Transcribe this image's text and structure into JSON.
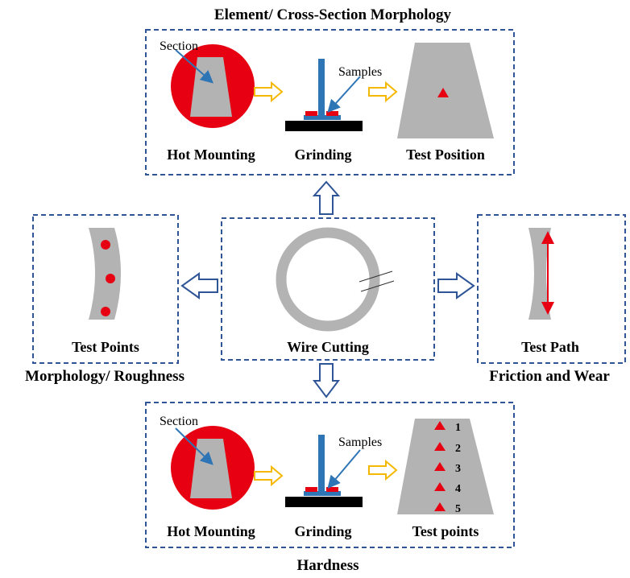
{
  "sections": {
    "top": {
      "title": "Element/ Cross-Section Morphology",
      "section_label": "Section",
      "samples_label": "Samples",
      "step1": "Hot Mounting",
      "step2": "Grinding",
      "step3": "Test Position"
    },
    "left": {
      "caption": "Test Points",
      "title": "Morphology/ Roughness"
    },
    "center": {
      "caption": "Wire Cutting"
    },
    "right": {
      "caption": "Test Path",
      "title": "Friction and Wear"
    },
    "bottom": {
      "title": "Hardness",
      "section_label": "Section",
      "samples_label": "Samples",
      "step1": "Hot Mounting",
      "step2": "Grinding",
      "step3": "Test points",
      "point_numbers": [
        "1",
        "2",
        "3",
        "4",
        "5"
      ]
    }
  },
  "colors": {
    "box_border": "#2f5597",
    "mount_red": "#e60012",
    "sample_grey": "#b3b3b3",
    "step_arrow": "#f5b800",
    "grinder_blue": "#2e75b6"
  },
  "icons": [
    "flow-arrow-icon",
    "test-point-triangle-icon",
    "test-point-dot-icon",
    "test-path-arrow-icon"
  ]
}
